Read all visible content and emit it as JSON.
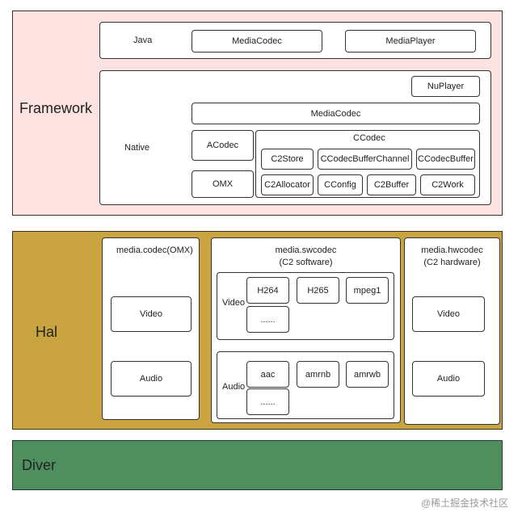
{
  "framework": {
    "title": "Framework",
    "java_label": "Java",
    "mediacodec_java": "MediaCodec",
    "mediaplayer": "MediaPlayer",
    "native_label": "Native",
    "nuplayer": "NuPlayer",
    "mediacodec_native": "MediaCodec",
    "acodec": "ACodec",
    "omx": "OMX",
    "ccodec_title": "CCodec",
    "ccodec_items": [
      "C2Store",
      "CCodecBufferChannel",
      "CCodecBuffer",
      "C2Allocator",
      "CConfig",
      "C2Buffer",
      "C2Work"
    ]
  },
  "hal": {
    "title": "Hal",
    "omx_title": "media.codec(OMX)",
    "omx_video": "Video",
    "omx_audio": "Audio",
    "sw_title": "media.swcodec",
    "sw_subtitle": "(C2 software)",
    "sw_video_label": "Video",
    "sw_video_items": [
      "H264",
      "H265",
      "mpeg1",
      "......"
    ],
    "sw_audio_label": "Audio",
    "sw_audio_items": [
      "aac",
      "amrnb",
      "amrwb",
      "......"
    ],
    "hw_title": "media.hwcodec",
    "hw_subtitle": "(C2 hardware)",
    "hw_video": "Video",
    "hw_audio": "Audio"
  },
  "driver": {
    "title": "Diver"
  },
  "watermark": "@稀土掘金技术社区",
  "colors": {
    "framework_bg": "#fde2e2",
    "hal_bg": "#c9a441",
    "driver_bg": "#4f8f5d"
  }
}
